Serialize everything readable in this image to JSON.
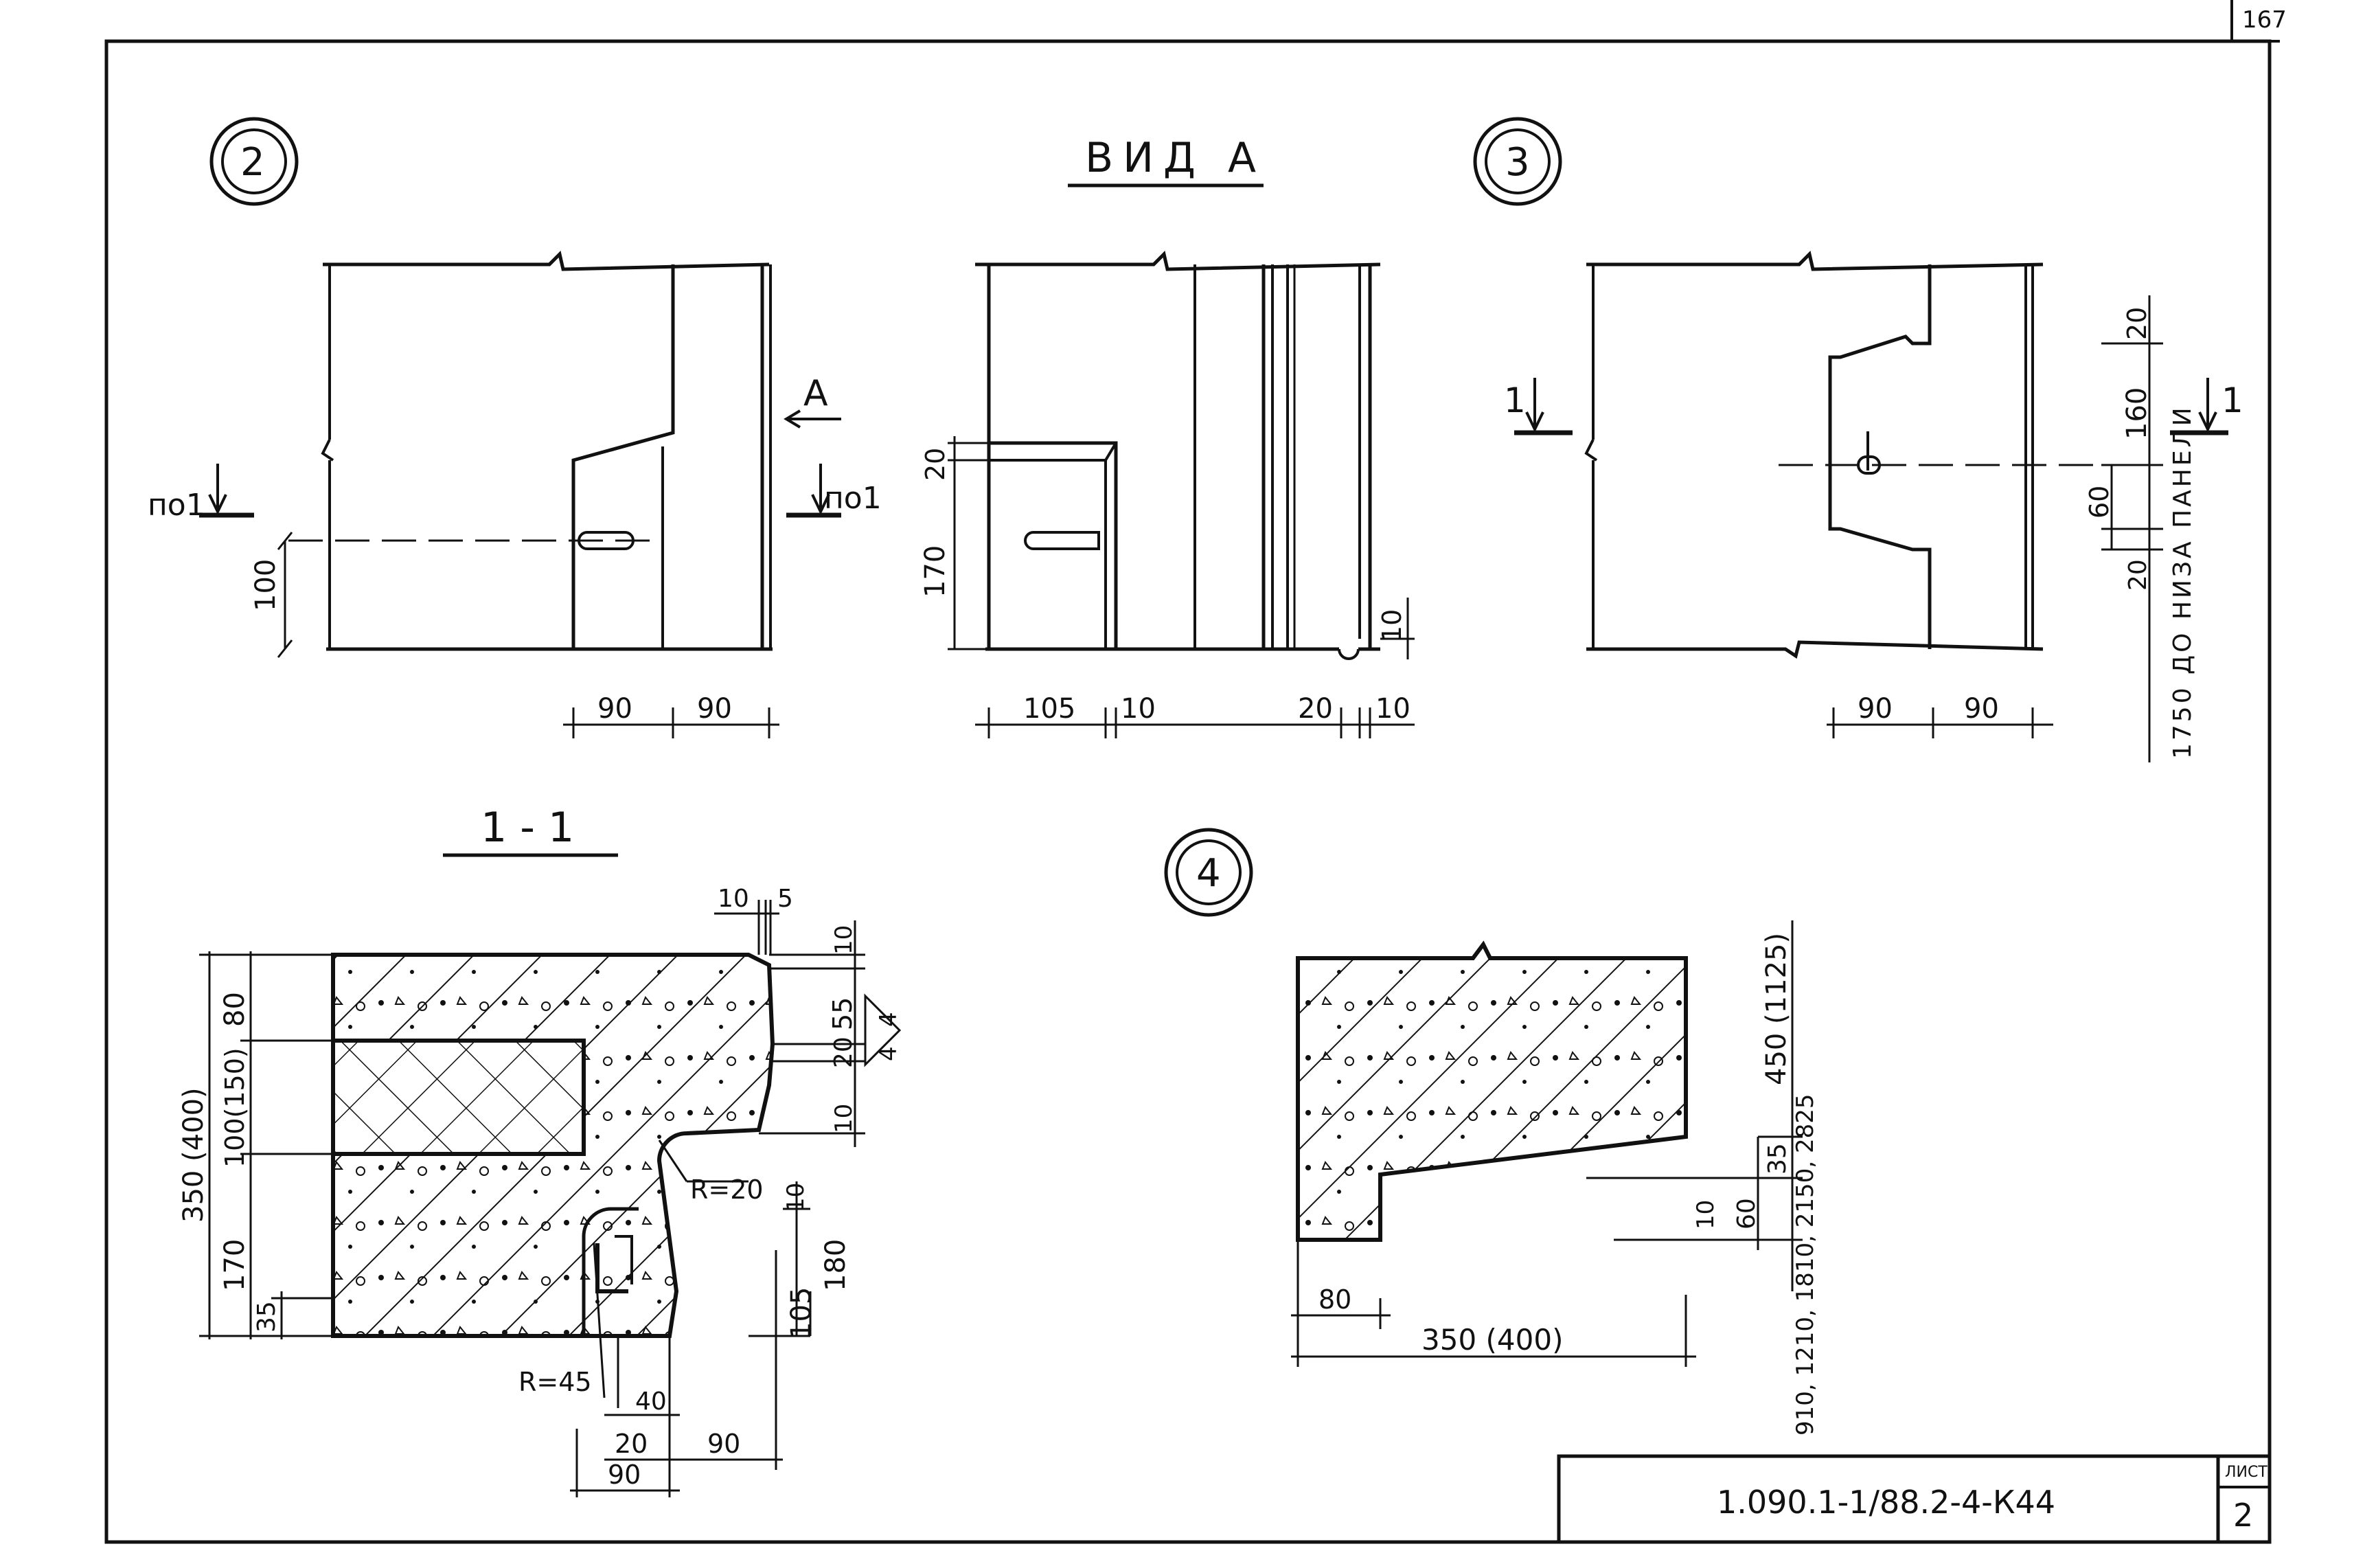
{
  "sheet": {
    "corner_number": "167",
    "drawing_code": "1.090.1-1/88.2-4-К44",
    "list_label": "ЛИСТ",
    "list_number": "2",
    "ink_color": "#111111"
  },
  "detail2": {
    "marker": "2",
    "section_label_left": "по1",
    "section_label_right": "по1",
    "view_arrow_label": "А",
    "dims": {
      "height": "100",
      "w1": "90",
      "w2": "90"
    }
  },
  "view_a": {
    "title": "ВИД А",
    "dims": {
      "top": "20",
      "height": "170",
      "w1": "105",
      "w2": "10",
      "w3": "20",
      "w4": "10",
      "bottom": "10"
    }
  },
  "detail3": {
    "marker": "3",
    "section_label_left": "1",
    "section_label_right": "1",
    "dims": {
      "top": "20",
      "mid": "160",
      "low": "60",
      "bottom": "20",
      "w1": "90",
      "w2": "90"
    },
    "note": "1750 ДО НИЗА ПАНЕЛИ"
  },
  "section11": {
    "title": "1 - 1",
    "dims": {
      "total": "350 (400)",
      "top": "80",
      "insulation": "100(150)",
      "lower": "170",
      "bottom": "35",
      "top_w1": "10",
      "top_w2": "5",
      "r1": "10",
      "r2": "55",
      "r3": "20",
      "r4": "4",
      "r5": "4",
      "r6": "10",
      "radius_small": "R=20",
      "radius_large": "R=45",
      "v1": "10",
      "v2": "180",
      "v3": "105",
      "b1": "40",
      "b2": "20",
      "b3": "90",
      "b4": "90"
    }
  },
  "detail4": {
    "marker": "4",
    "dims": {
      "height": "450 (1125)",
      "step": "35",
      "d1": "10",
      "d2": "60",
      "values": "910, 1210, 1810, 2150, 2825",
      "left": "80",
      "width": "350 (400)"
    }
  }
}
